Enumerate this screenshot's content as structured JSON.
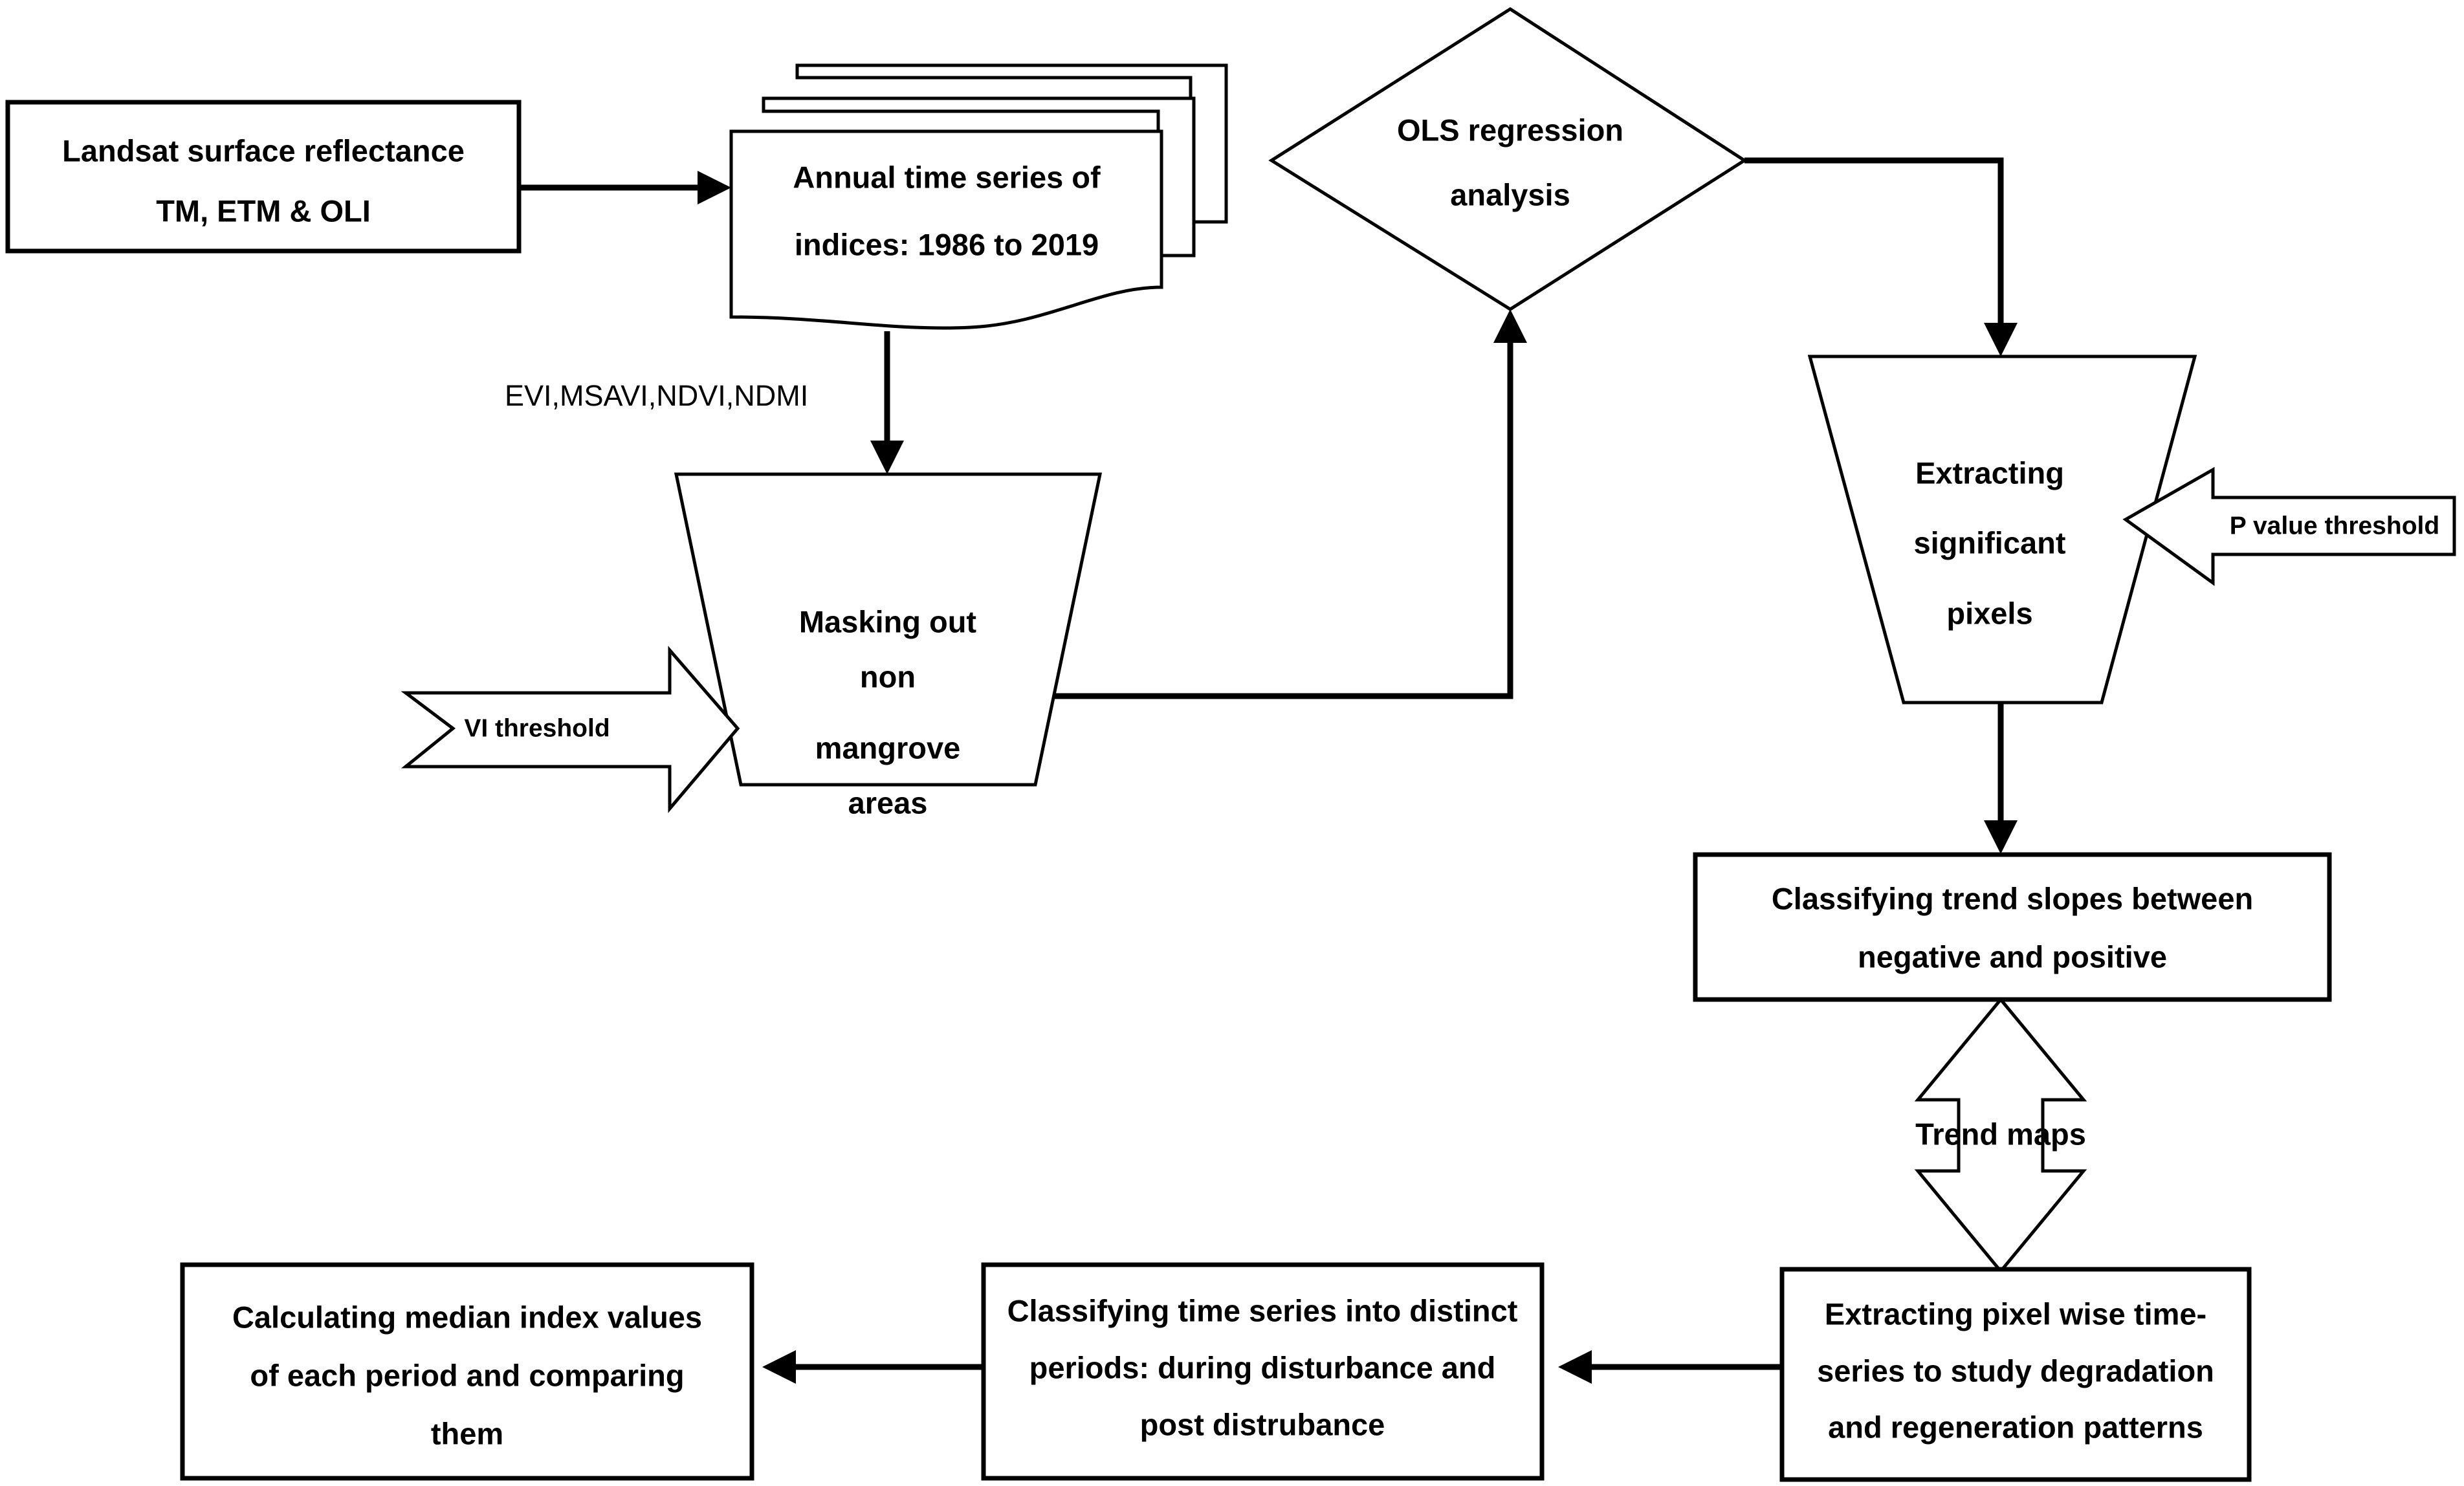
{
  "diagram": {
    "title": "Mangrove degradation trend-analysis methodology flowchart",
    "background_color": "#ffffff",
    "line_color": "#000000",
    "text_color": "#000000"
  },
  "nodes": {
    "landsat_source": {
      "shape": "rectangle",
      "line1": "Landsat surface reflectance",
      "line2": "TM, ETM & OLI"
    },
    "annual_time_series": {
      "shape": "multi-document",
      "line1": "Annual time series of",
      "line2": "indices: 1986 to 2019"
    },
    "ols_regression": {
      "shape": "diamond",
      "line1": "OLS regression",
      "line2": "analysis"
    },
    "masking": {
      "shape": "inverted-trapezoid",
      "line1": "Masking out",
      "line2": "non",
      "line3": "mangrove",
      "line4": "areas"
    },
    "vi_threshold": {
      "shape": "right-chevron-arrow",
      "label": "VI threshold"
    },
    "extracting_significant_pixels": {
      "shape": "inverted-trapezoid",
      "line1": "Extracting",
      "line2": "significant",
      "line3": "pixels"
    },
    "p_value_threshold": {
      "shape": "left-arrow",
      "label": "P value threshold"
    },
    "classifying_trend_slopes": {
      "shape": "rectangle",
      "line1": "Classifying trend slopes between",
      "line2": "negative and positive"
    },
    "trend_maps": {
      "shape": "up-down-arrow",
      "label": "Trend maps"
    },
    "extracting_pixel_wise": {
      "shape": "rectangle",
      "line1": "Extracting pixel wise time-",
      "line2": "series to study degradation",
      "line3": "and regeneration patterns"
    },
    "classifying_time_series": {
      "shape": "rectangle",
      "line1": "Classifying time series into distinct",
      "line2": "periods: during disturbance and",
      "line3": "post distrubance"
    },
    "calculating_median": {
      "shape": "rectangle",
      "line1": "Calculating median index values",
      "line2": "of each period and comparing",
      "line3": "them"
    }
  },
  "edge_labels": {
    "indices": "EVI,MSAVI,NDVI,NDMI"
  }
}
